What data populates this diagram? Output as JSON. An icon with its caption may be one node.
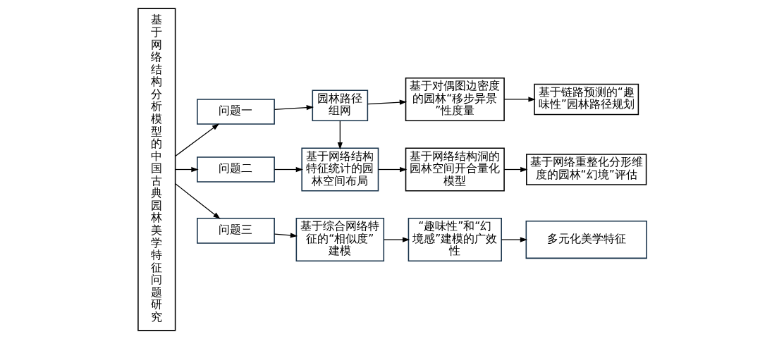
{
  "diagram": {
    "nodes": [
      {
        "text": [
          "基于网络结构分析模型的中国古典园林美学特征问题研究"
        ]
      },
      {
        "text": [
          "问题一"
        ]
      },
      {
        "text": [
          "问题二"
        ]
      },
      {
        "text": [
          "问题三"
        ]
      },
      {
        "text": [
          "园林路径组网"
        ]
      },
      {
        "text": [
          "基于对偶图边密度的园林“移步异景”性度量"
        ]
      },
      {
        "text": [
          "基于链路预测的“趣味性”园林路径规划"
        ]
      },
      {
        "text": [
          "基于网络结构特征统计的园林空间布局"
        ]
      },
      {
        "text": [
          "基于网络结构洞的园林空间开合量化模型"
        ]
      },
      {
        "text": [
          "基于网络重整化分形维度的园林“幻境”评估"
        ]
      },
      {
        "text": [
          "基于综合网络特征的“相似度”建模"
        ]
      },
      {
        "text": [
          "“趣味性”和“幻境感”建模的广效性"
        ]
      },
      {
        "text": [
          "多元化美学特征"
        ]
      }
    ],
    "edges": [
      {
        "from": 0,
        "to": 1,
        "arrow": "to"
      },
      {
        "from": 0,
        "to": 2,
        "arrow": "to"
      },
      {
        "from": 0,
        "to": 3,
        "arrow": "to"
      },
      {
        "from": 1,
        "to": 4,
        "arrow": "to"
      },
      {
        "from": 4,
        "to": 5,
        "arrow": "to"
      },
      {
        "from": 5,
        "to": 6,
        "arrow": "to"
      },
      {
        "from": 4,
        "to": 7,
        "arrow": "to"
      },
      {
        "from": 2,
        "to": 7,
        "arrow": "to"
      },
      {
        "from": 7,
        "to": 8,
        "arrow": "to"
      },
      {
        "from": 8,
        "to": 9,
        "arrow": "to"
      },
      {
        "from": 3,
        "to": 10,
        "arrow": "to"
      },
      {
        "from": 10,
        "to": 11,
        "arrow": "to"
      },
      {
        "from": 11,
        "to": 12,
        "arrow": "to"
      }
    ]
  }
}
